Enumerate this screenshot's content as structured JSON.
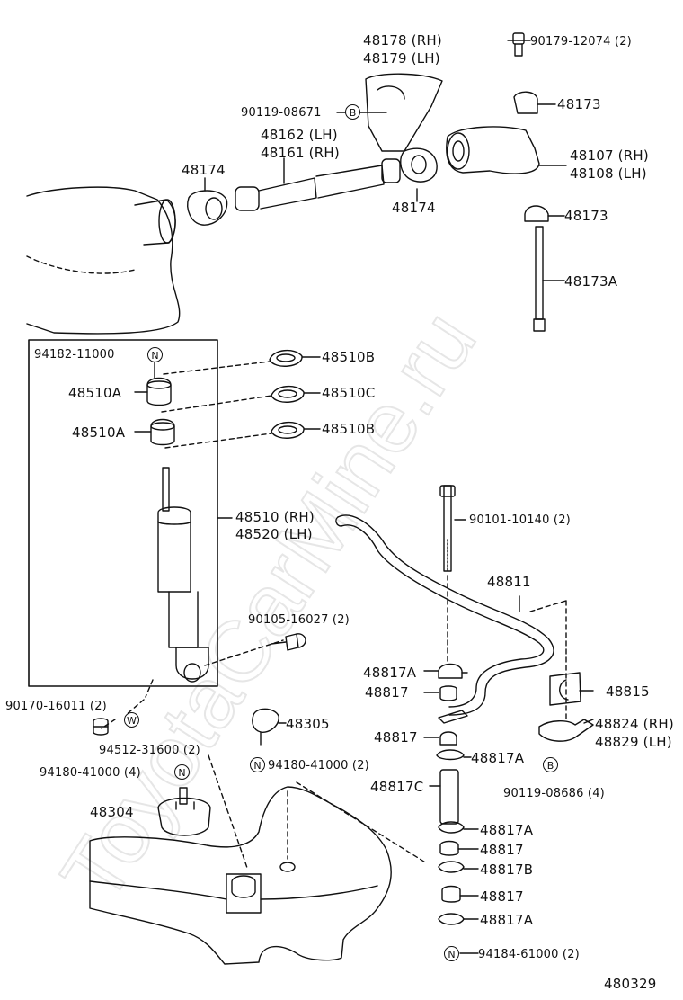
{
  "diagram_id": "480329",
  "watermark": "ToyotaCarMine.ru",
  "parts": {
    "p48178": "48178 (RH)",
    "p48179": "48179 (LH)",
    "p90179": "90179-12074 (2)",
    "p90119a": "90119-08671",
    "p48173_top": "48173",
    "p48162": "48162 (LH)",
    "p48161": "48161 (RH)",
    "p48174_left": "48174",
    "p48107": "48107 (RH)",
    "p48108": "48108 (LH)",
    "p48174_right": "48174",
    "p48173_mid": "48173",
    "p48173A": "48173A",
    "p94182": "94182-11000",
    "p48510B_top": "48510B",
    "p48510A_top": "48510A",
    "p48510C": "48510C",
    "p48510A_bot": "48510A",
    "p48510B_bot": "48510B",
    "p48510": "48510 (RH)",
    "p48520": "48520 (LH)",
    "p90101": "90101-10140 (2)",
    "p48811": "48811",
    "p90105": "90105-16027 (2)",
    "p48817A_1": "48817A",
    "p48817_1": "48817",
    "p48815": "48815",
    "p90170": "90170-16011 (2)",
    "p48305": "48305",
    "p48824": "48824 (RH)",
    "p48829": "48829 (LH)",
    "p94512": "94512-31600 (2)",
    "p48817_2": "48817",
    "p48817A_2": "48817A",
    "p94180_left": "94180-41000 (4)",
    "p94180_right": "94180-41000 (2)",
    "p90119b": "90119-08686 (4)",
    "p48817C": "48817C",
    "p48304": "48304",
    "p48817A_3": "48817A",
    "p48817_3": "48817",
    "p48817B": "48817B",
    "p48817_4": "48817",
    "p48817A_4": "48817A",
    "p94184": "94184-61000 (2)"
  },
  "badges": {
    "b": "B",
    "n": "N",
    "w": "W"
  }
}
